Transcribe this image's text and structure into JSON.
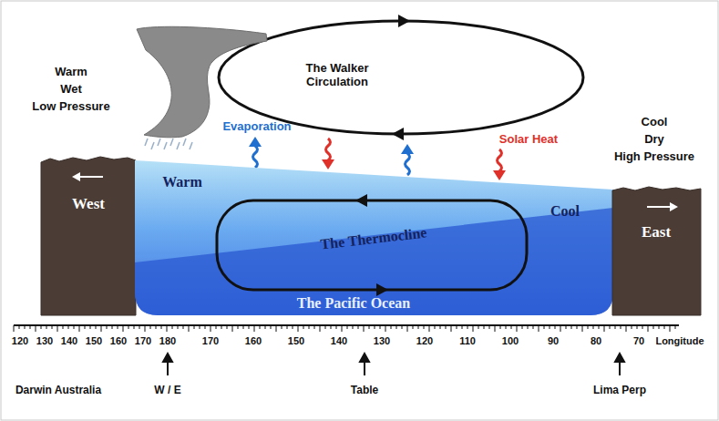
{
  "diagram": {
    "nodes": [
      {
        "text": [
          "West"
        ]
      },
      {
        "text": [
          "Warm",
          "Cool",
          "The Thermocline",
          "The Pacific Ocean"
        ]
      },
      {
        "text": [
          "East"
        ]
      }
    ],
    "labels": [
      "Warm",
      "Wet",
      "Low Pressure",
      "The Walker Circulation",
      "Cool",
      "Dry",
      "High Pressure",
      "Evaporation",
      "Solar Heat",
      "120",
      "130",
      "140",
      "150",
      "160",
      "170",
      "180",
      "170",
      "160",
      "150",
      "140",
      "130",
      "120",
      "110",
      "100",
      "90",
      "80",
      "70",
      "Longitude",
      "Darwin Australia",
      "W / E",
      "Table",
      "Lima Perp"
    ]
  }
}
